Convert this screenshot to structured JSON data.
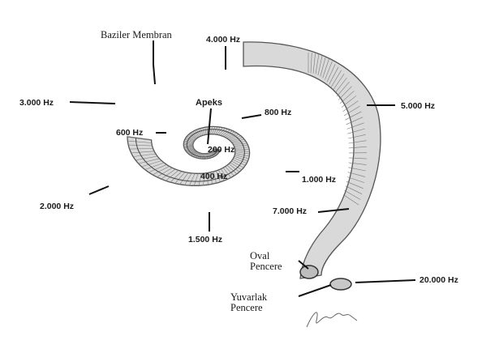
{
  "labels": {
    "baziler_membran": "Baziler Membran",
    "apeks": "Apeks",
    "oval_pencere": "Oval Pencere",
    "yuvarlak_pencere": "Yuvarlak Pencere"
  },
  "frequencies": {
    "f200": "200 Hz",
    "f400": "400 Hz",
    "f600": "600 Hz",
    "f800": "800 Hz",
    "f1000": "1.000 Hz",
    "f1500": "1.500 Hz",
    "f2000": "2.000 Hz",
    "f3000": "3.000 Hz",
    "f4000": "4.000 Hz",
    "f5000": "5.000 Hz",
    "f7000": "7.000 Hz",
    "f20000": "20.000 Hz"
  },
  "colors": {
    "ink": "#1a1a1a",
    "band_fill": "#d9d9d9",
    "band_stroke": "#555555"
  }
}
